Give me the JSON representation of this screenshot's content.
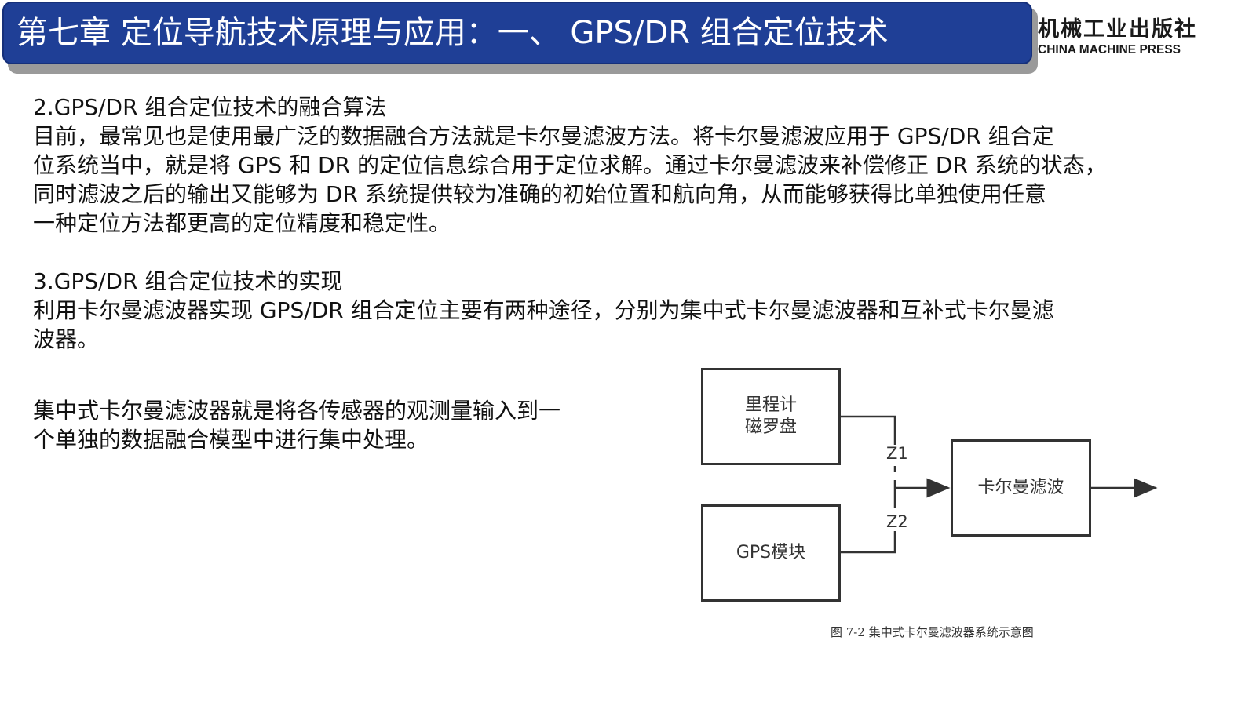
{
  "header": {
    "title": "第七章  定位导航技术原理与应用：一、 GPS/DR 组合定位技术",
    "bar_color": "#1f3f96"
  },
  "publisher": {
    "name_cn": "机械工业出版社",
    "name_en": "CHINA MACHINE PRESS"
  },
  "section2": {
    "heading": "2.GPS/DR 组合定位技术的融合算法",
    "lines": [
      "目前，最常见也是使用最广泛的数据融合方法就是卡尔曼滤波方法。将卡尔曼滤波应用于 GPS/DR 组合定",
      "位系统当中，就是将 GPS 和 DR 的定位信息综合用于定位求解。通过卡尔曼滤波来补偿修正 DR 系统的状态，",
      "同时滤波之后的输出又能够为 DR 系统提供较为准确的初始位置和航向角，从而能够获得比单独使用任意",
      "一种定位方法都更高的定位精度和稳定性。"
    ]
  },
  "section3": {
    "heading": "3.GPS/DR 组合定位技术的实现",
    "lines": [
      "利用卡尔曼滤波器实现 GPS/DR 组合定位主要有两种途径，分别为集中式卡尔曼滤波器和互补式卡尔曼滤",
      "波器。"
    ]
  },
  "centralized": {
    "lines": [
      "集中式卡尔曼滤波器就是将各传感器的观测量输入到一",
      "个单独的数据融合模型中进行集中处理。"
    ]
  },
  "diagram": {
    "box_odometer_line1": "里程计",
    "box_odometer_line2": "磁罗盘",
    "box_gps": "GPS模块",
    "box_kalman": "卡尔曼滤波",
    "z1": "Z1",
    "z2": "Z2",
    "caption": "图 7-2  集中式卡尔曼滤波器系统示意图"
  }
}
